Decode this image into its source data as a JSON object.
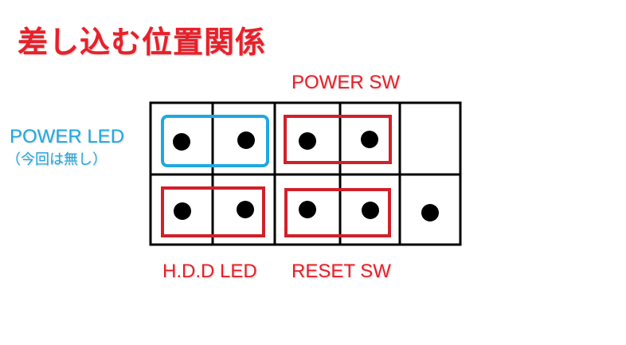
{
  "title": "差し込む位置関係",
  "labels": {
    "power_sw": "POWER SW",
    "power_led": "POWER LED",
    "power_led_note": "（今回は無し）",
    "hdd_led": "H.D.D LED",
    "reset_sw": "RESET SW"
  },
  "colors": {
    "title": "#e8202a",
    "red_box": "#d0202a",
    "blue_box": "#1fa8e0",
    "grid": "#000000",
    "pin": "#000000"
  },
  "pins": {
    "top_row": [
      true,
      true,
      true,
      true,
      false
    ],
    "bottom_row": [
      true,
      true,
      true,
      true,
      true
    ]
  }
}
